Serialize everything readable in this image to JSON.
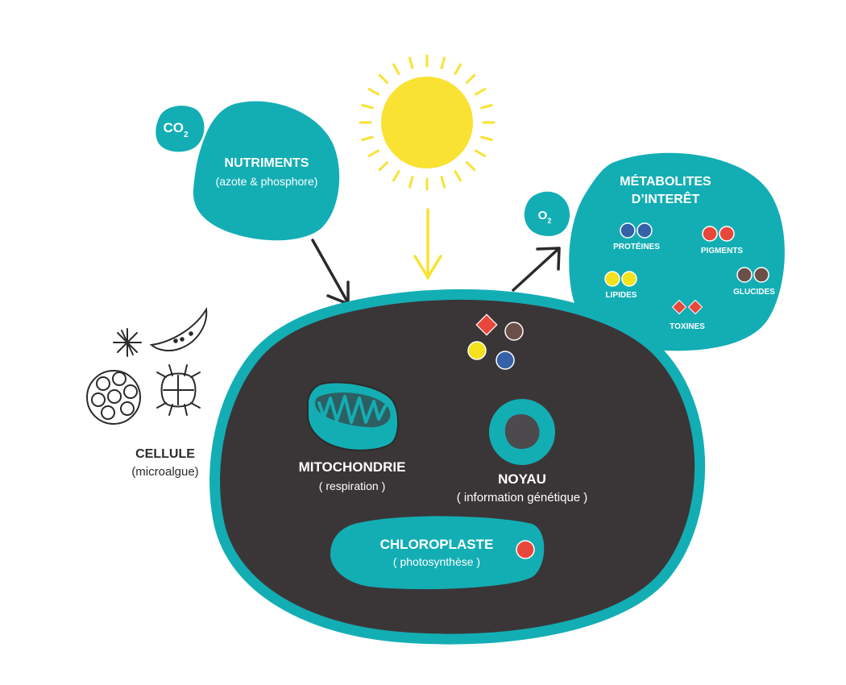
{
  "colors": {
    "teal": "#13aeb4",
    "dark": "#3a3638",
    "sun": "#fae232",
    "arrow": "#2c2a2b",
    "blue": "#3461a8",
    "red": "#e8483b",
    "yellow": "#f3e21d",
    "brown": "#6b4f48",
    "white": "#ffffff"
  },
  "nutrients": {
    "co2": "CO",
    "co2_sub": "2",
    "title": "NUTRIMENTS",
    "subtitle": "(azote & phosphore)"
  },
  "metabolites": {
    "o2": "O",
    "o2_sub": "2",
    "title_line1": "MÉTABOLITES",
    "title_line2": "D’INTERÊT",
    "items": [
      {
        "label": "PROTÉINES",
        "color": "blue",
        "shape": "circle"
      },
      {
        "label": "PIGMENTS",
        "color": "red",
        "shape": "circle"
      },
      {
        "label": "LIPIDES",
        "color": "yellow",
        "shape": "circle"
      },
      {
        "label": "GLUCIDES",
        "color": "brown",
        "shape": "circle"
      },
      {
        "label": "TOXINES",
        "color": "red",
        "shape": "diamond"
      }
    ]
  },
  "cell_legend": {
    "title": "CELLULE",
    "subtitle": "(microalgue)"
  },
  "organelles": {
    "mitochondria": {
      "title": "MITOCHONDRIE",
      "subtitle": "( respiration )"
    },
    "nucleus": {
      "title": "NOYAU",
      "subtitle": "( information génétique )"
    },
    "chloroplast": {
      "title": "CHLOROPLASTE",
      "subtitle": "( photosynthèse )"
    }
  }
}
